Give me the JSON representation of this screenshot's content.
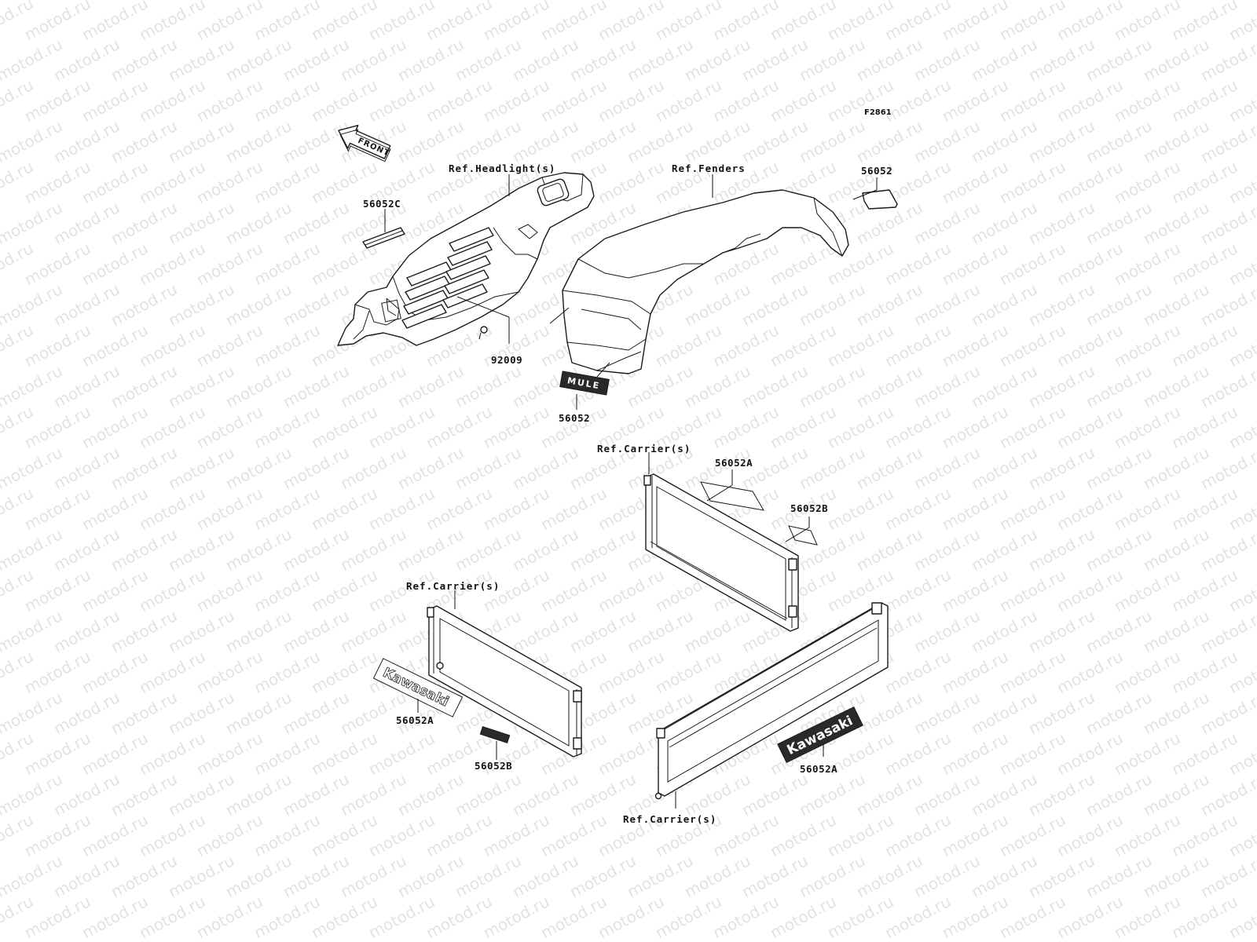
{
  "figure_id": "F2861",
  "watermark": "motod.ru",
  "front_arrow": "FRONT",
  "decal_texts": {
    "mule": "MULE",
    "kawasaki": "Kawasaki"
  },
  "labels": {
    "ref_headlight": "Ref.Headlight(s)",
    "ref_fenders": "Ref.Fenders",
    "part_56052_top": "56052",
    "part_56052c": "56052C",
    "part_92009": "92009",
    "part_56052_mid": "56052",
    "ref_carrier_upper": "Ref.Carrier(s)",
    "part_56052a_upper": "56052A",
    "part_56052b_upper": "56052B",
    "ref_carrier_left": "Ref.Carrier(s)",
    "part_56052a_left": "56052A",
    "part_56052b_left": "56052B",
    "part_56052a_right": "56052A",
    "ref_carrier_bottom": "Ref.Carrier(s)"
  }
}
